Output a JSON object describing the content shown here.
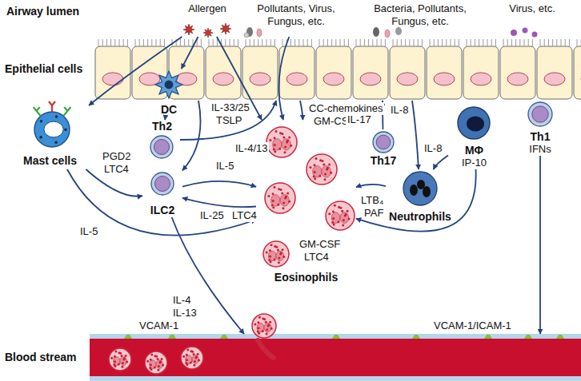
{
  "diagram": {
    "nodes": [
      {
        "text": [
          "Epithelial cells"
        ]
      },
      {
        "text": [
          "Allergen"
        ]
      },
      {
        "text": [
          "Pollutants, Virus, Fungus, etc."
        ]
      },
      {
        "text": [
          "Bacteria, Pollutants, Fungus, etc."
        ]
      },
      {
        "text": [
          "Virus, etc."
        ]
      },
      {
        "text": [
          "Mast cells"
        ]
      },
      {
        "text": [
          "DC"
        ]
      },
      {
        "text": [
          "Th2"
        ]
      },
      {
        "text": [
          "ILC2"
        ]
      },
      {
        "text": [
          "Eosinophils"
        ]
      },
      {
        "text": [
          "Neutrophils"
        ]
      },
      {
        "text": [
          "MΦ",
          "IP-10"
        ]
      },
      {
        "text": [
          "Th17"
        ]
      },
      {
        "text": [
          "Th1",
          "IFNs"
        ]
      },
      {
        "text": [
          "Blood stream"
        ]
      }
    ],
    "edges": [
      {
        "from": 1,
        "to": 5,
        "arrow": "to"
      },
      {
        "from": 1,
        "to": 6,
        "arrow": "to"
      },
      {
        "from": 1,
        "to": 9,
        "arrow": "to"
      },
      {
        "from": 6,
        "to": 7,
        "arrow": "to"
      },
      {
        "from": 5,
        "to": 8,
        "arrow": "to"
      },
      {
        "from": 5,
        "to": 9,
        "arrow": "to"
      },
      {
        "from": 0,
        "to": 8,
        "arrow": "to"
      },
      {
        "from": 2,
        "to": 9,
        "arrow": "to"
      },
      {
        "from": 0,
        "to": 9,
        "arrow": "to"
      },
      {
        "from": 7,
        "to": 0,
        "arrow": "to"
      },
      {
        "from": 8,
        "to": 9,
        "arrow": "to"
      },
      {
        "from": 9,
        "to": 8,
        "arrow": "to"
      },
      {
        "from": 8,
        "to": 14,
        "arrow": "to"
      },
      {
        "from": 0,
        "to": 10,
        "arrow": "to"
      },
      {
        "from": 12,
        "to": 0,
        "arrow": "to"
      },
      {
        "from": 11,
        "to": 10,
        "arrow": "to"
      },
      {
        "from": 10,
        "to": 9,
        "arrow": "to"
      },
      {
        "from": 11,
        "to": 9,
        "arrow": "to"
      },
      {
        "from": 13,
        "to": 14,
        "arrow": "to"
      }
    ],
    "labels": [
      "Airway lumen",
      "IL-33/25",
      "TSLP",
      "CC-chemokines",
      "GM-CSF",
      "IL-8",
      "IL-17",
      "IL-8",
      "PGD2",
      "LTC4",
      "IL-4/13",
      "IL-5",
      "IL-25",
      "LTC4",
      "IL-5",
      "LTB₄",
      "PAF",
      "GM-CSF",
      "LTC4",
      "IL-4",
      "IL-13",
      "VCAM-1",
      "VCAM-1/ICAM-1"
    ]
  }
}
